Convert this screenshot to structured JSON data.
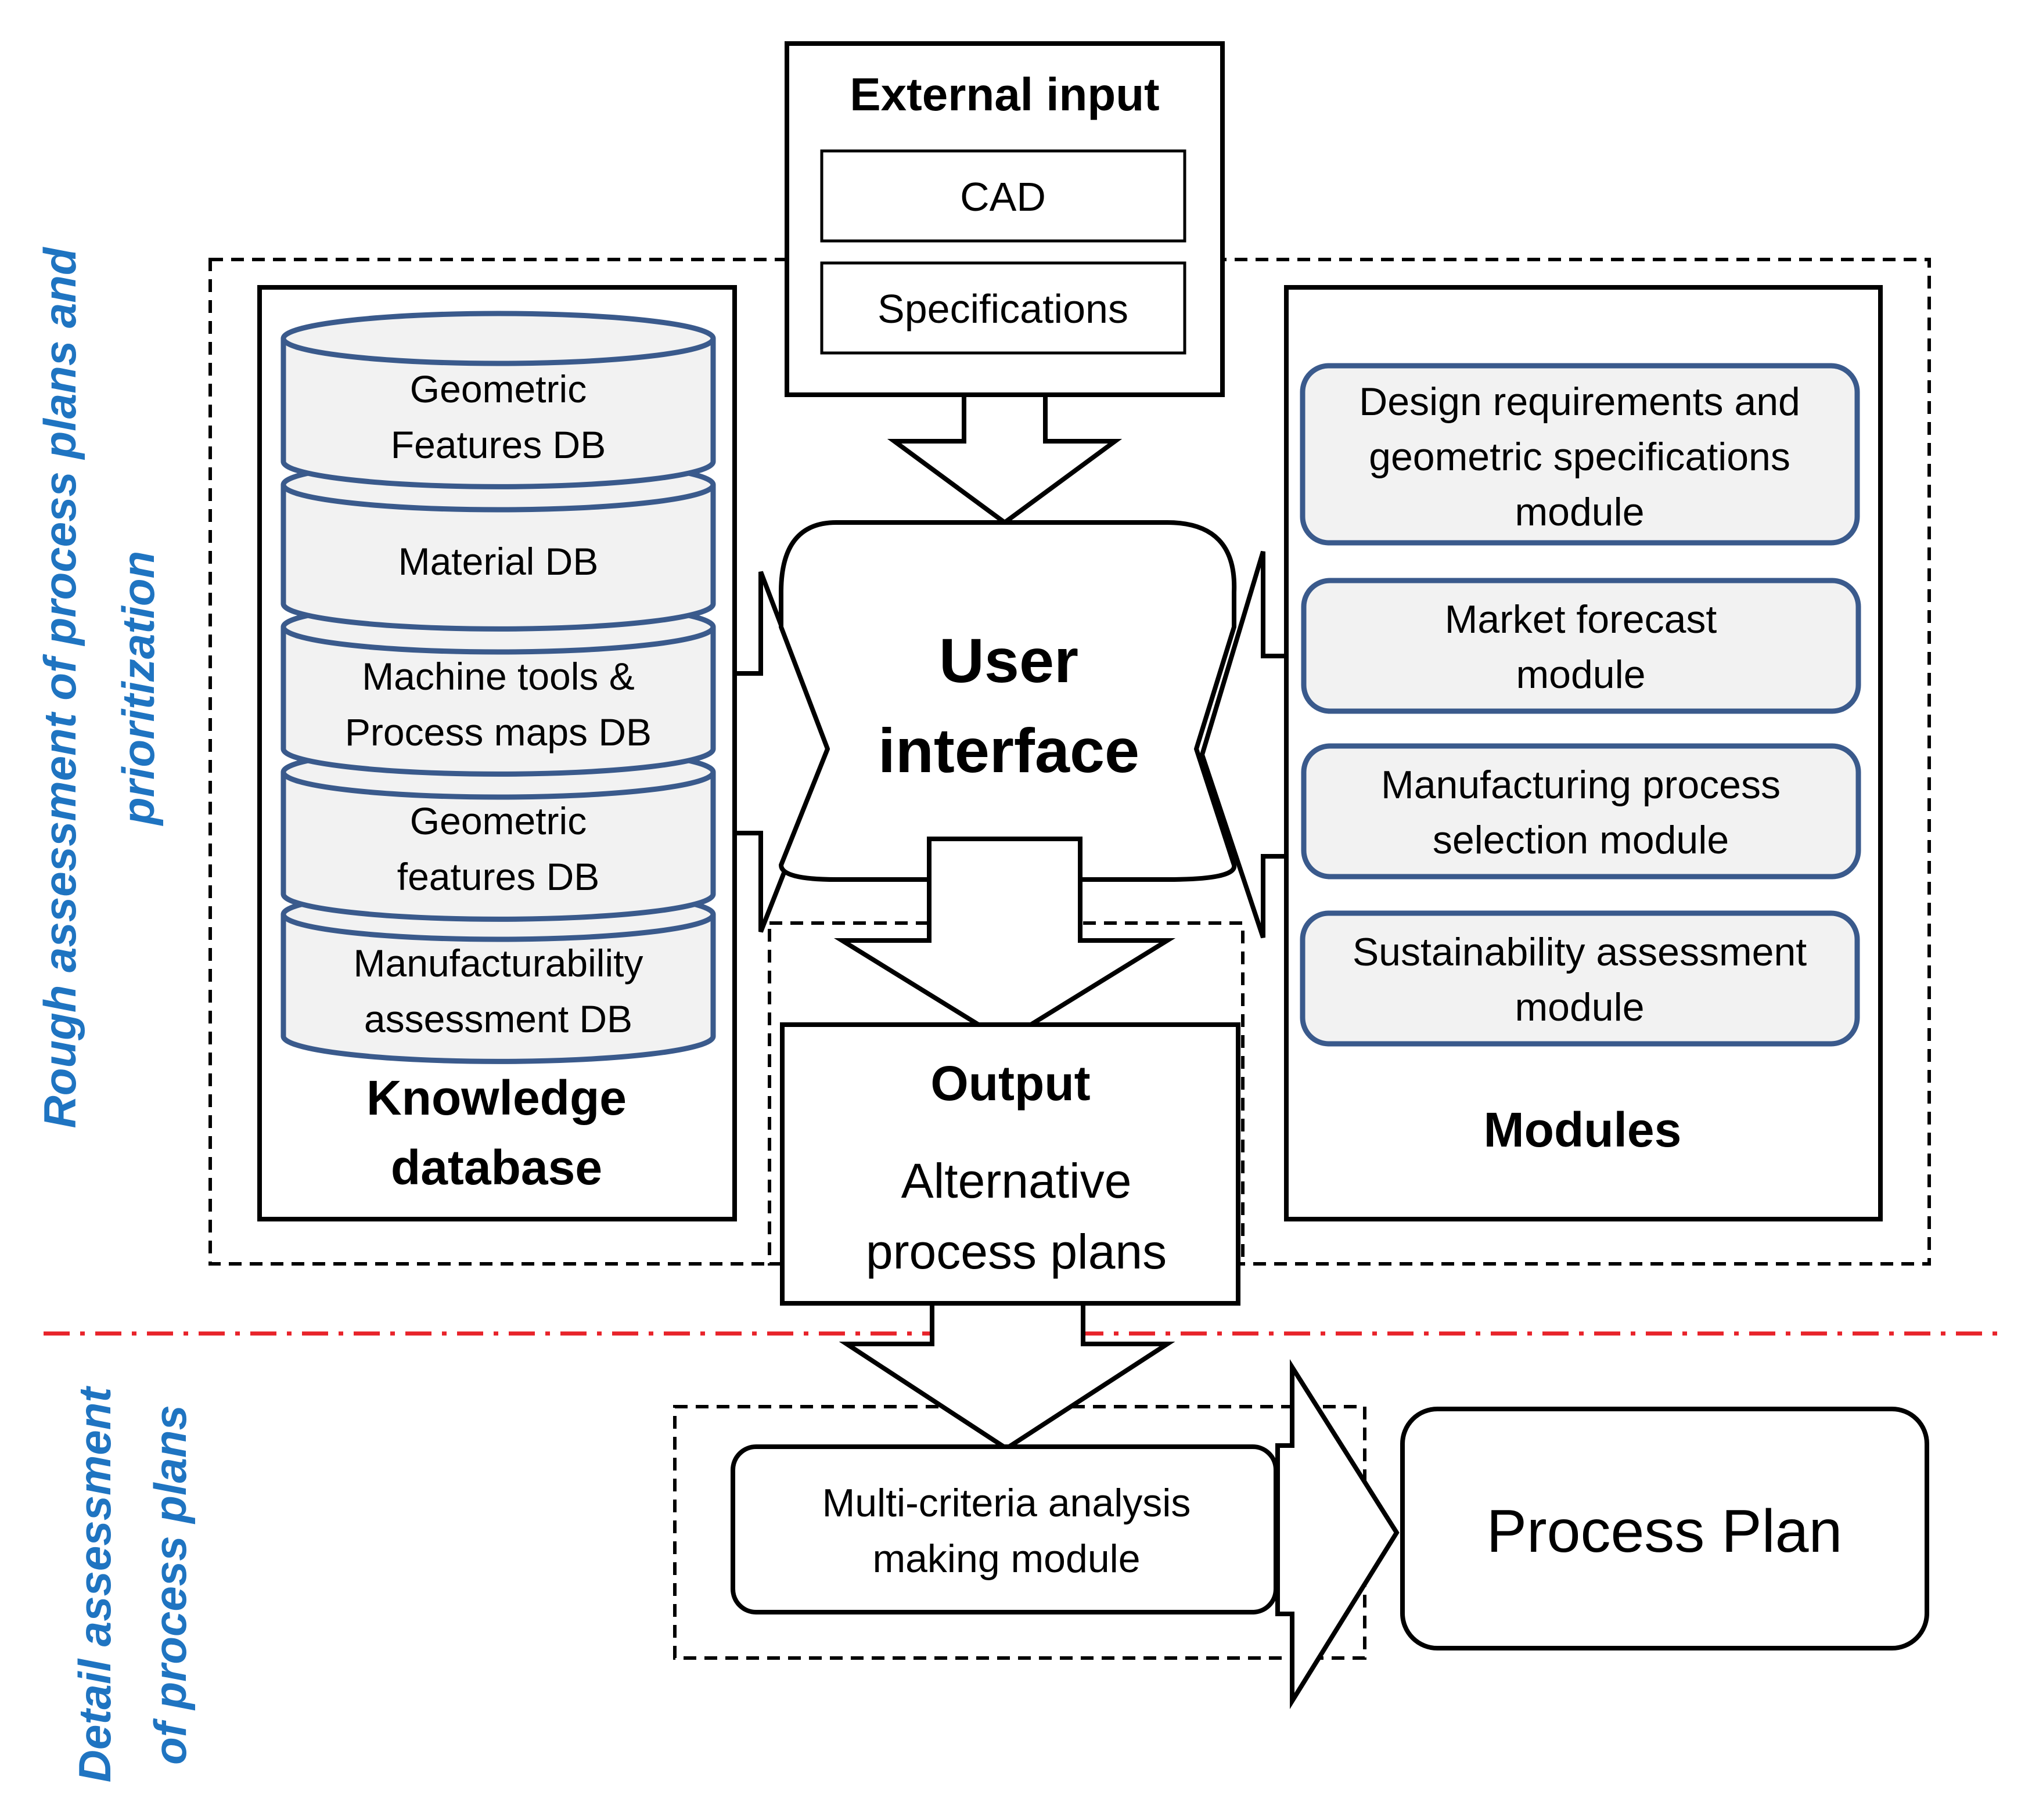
{
  "side_labels": {
    "rough_line1": "Rough assessment of process plans and",
    "rough_line2": "prioritization",
    "detail_line1": "Detail assessment",
    "detail_line2": "of process plans"
  },
  "external_input": {
    "title": "External input",
    "items": [
      "CAD",
      "Specifications"
    ]
  },
  "knowledge_database": {
    "title_line1": "Knowledge",
    "title_line2": "database",
    "databases": [
      {
        "line1": "Geometric",
        "line2": "Features DB"
      },
      {
        "line1": "Material DB",
        "line2": ""
      },
      {
        "line1": "Machine tools &",
        "line2": "Process maps DB"
      },
      {
        "line1": "Geometric",
        "line2": "features DB"
      },
      {
        "line1": "Manufacturability",
        "line2": "assessment DB"
      }
    ]
  },
  "user_interface": {
    "line1": "User",
    "line2": "interface"
  },
  "modules": {
    "title": "Modules",
    "items": [
      {
        "lines": [
          "Design requirements and",
          "geometric specifications",
          "module"
        ]
      },
      {
        "lines": [
          "Market forecast",
          "module"
        ]
      },
      {
        "lines": [
          "Manufacturing process",
          "selection module"
        ]
      },
      {
        "lines": [
          "Sustainability assessment",
          "module"
        ]
      }
    ]
  },
  "output": {
    "title": "Output",
    "line1": "Alternative",
    "line2": "process plans"
  },
  "mca_module": {
    "line1": "Multi-criteria analysis",
    "line2": "making module"
  },
  "process_plan": {
    "label": "Process Plan"
  },
  "colors": {
    "db_fill": "#f2f2f2",
    "db_stroke": "#3a5a8c",
    "side_label": "#1f74c1",
    "separator": "#e8232a"
  }
}
